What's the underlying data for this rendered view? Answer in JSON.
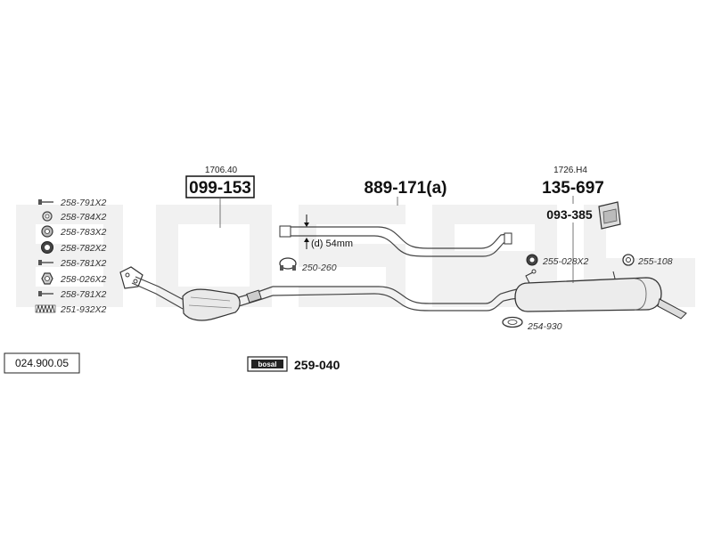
{
  "diagram_id": "024.900.05",
  "watermark": "bosal",
  "fitting_kit": [
    {
      "code": "258-791X2",
      "icon": "bolt-icon"
    },
    {
      "code": "258-784X2",
      "icon": "washer-icon"
    },
    {
      "code": "258-783X2",
      "icon": "spring-washer-icon"
    },
    {
      "code": "258-782X2",
      "icon": "rubber-ring-icon"
    },
    {
      "code": "258-781X2",
      "icon": "bolt-icon"
    },
    {
      "code": "258-026X2",
      "icon": "hex-nut-icon"
    },
    {
      "code": "258-781X2",
      "icon": "bolt-icon"
    },
    {
      "code": "251-932X2",
      "icon": "spring-icon"
    }
  ],
  "parts": {
    "catalyst_ref": "1706.40",
    "catalyst_code": "099-153",
    "middle_pipe": "889-171(a)",
    "diameter_note": "(d) 54mm",
    "rear_ref": "1726.H4",
    "rear_muffler": "135-697",
    "heat_shield": "093-385",
    "clamp": "250-260",
    "rubber_mount_1": "255-028X2",
    "rubber_mount_2": "255-108",
    "gasket": "254-930",
    "brand_label": "bosal",
    "kit_code": "259-040"
  }
}
